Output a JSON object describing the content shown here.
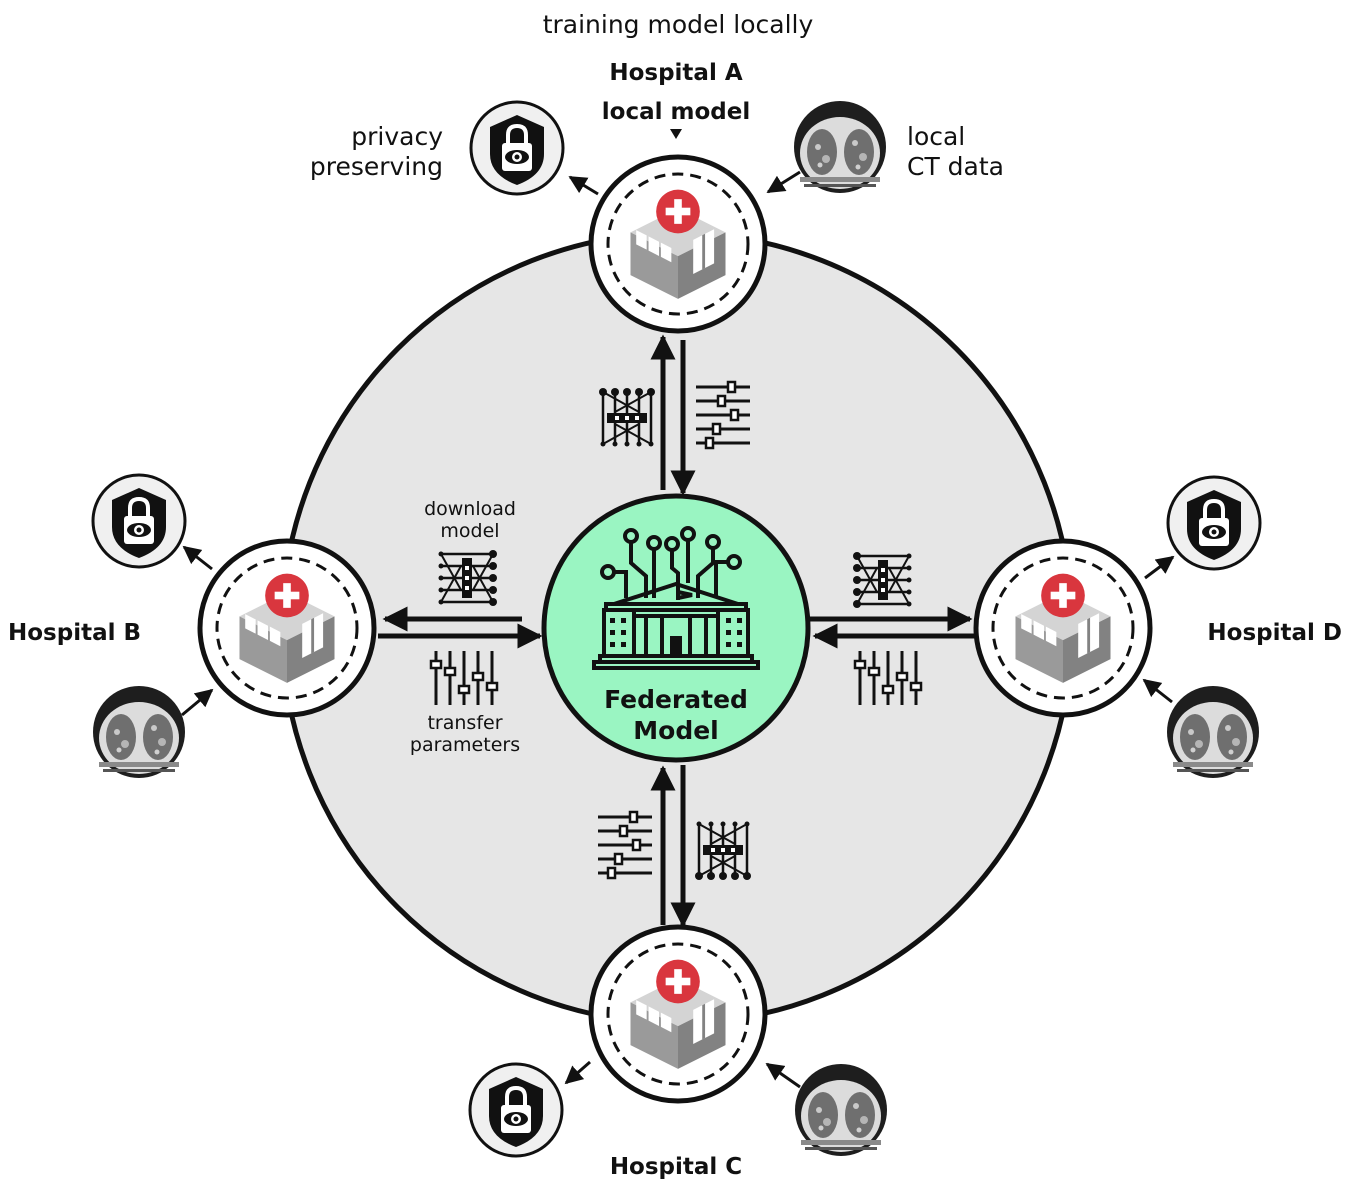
{
  "diagram": {
    "top_caption": "training model locally",
    "center": {
      "line1": "Federated",
      "line2": "Model"
    },
    "labels": {
      "local_model": "local model",
      "privacy_line1": "privacy",
      "privacy_line2": "preserving",
      "ct_line1": "local",
      "ct_line2": "CT data",
      "download_line1": "download",
      "download_line2": "model",
      "transfer_line1": "transfer",
      "transfer_line2": "parameters"
    },
    "hospitals": [
      {
        "id": "a",
        "name": "Hospital A"
      },
      {
        "id": "b",
        "name": "Hospital B"
      },
      {
        "id": "c",
        "name": "Hospital C"
      },
      {
        "id": "d",
        "name": "Hospital D"
      }
    ]
  },
  "colors": {
    "big_circle_fill": "#e6e6e6",
    "center_fill": "#9af5c2",
    "cross_red": "#d9363e",
    "building_grey": "#8c8c8c",
    "ink": "#111111"
  },
  "icons": [
    "shield-lock-eye-icon",
    "ct-scan-icon",
    "hospital-icon",
    "neural-network-icon",
    "sliders-icon",
    "federated-institution-icon"
  ]
}
